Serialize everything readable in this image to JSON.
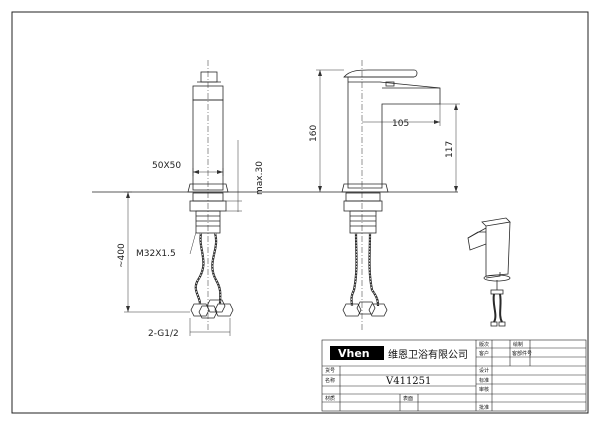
{
  "dimensions": {
    "nut_size": "50X50",
    "max_thickness": "max.30",
    "hose_length": "~400",
    "thread": "M32X1.5",
    "inlet": "2-G1/2",
    "height_total": "160",
    "reach": "105",
    "spout_height": "117"
  },
  "title_block": {
    "brand_logo": "Vhen",
    "company": "维恩卫浴有限公司",
    "model": "V411251",
    "labels": {
      "version": "版次",
      "drawn": "绘制",
      "customer": "客户",
      "customer_no": "客部件号",
      "design": "设计",
      "model_no": "货号",
      "standard": "标准",
      "name": "名称",
      "review": "审核",
      "material": "材质",
      "surface": "表面",
      "approve": "批准"
    }
  },
  "colors": {
    "line": "#2a2a2a",
    "dim_line": "#333333",
    "logo_bg": "#000000"
  }
}
